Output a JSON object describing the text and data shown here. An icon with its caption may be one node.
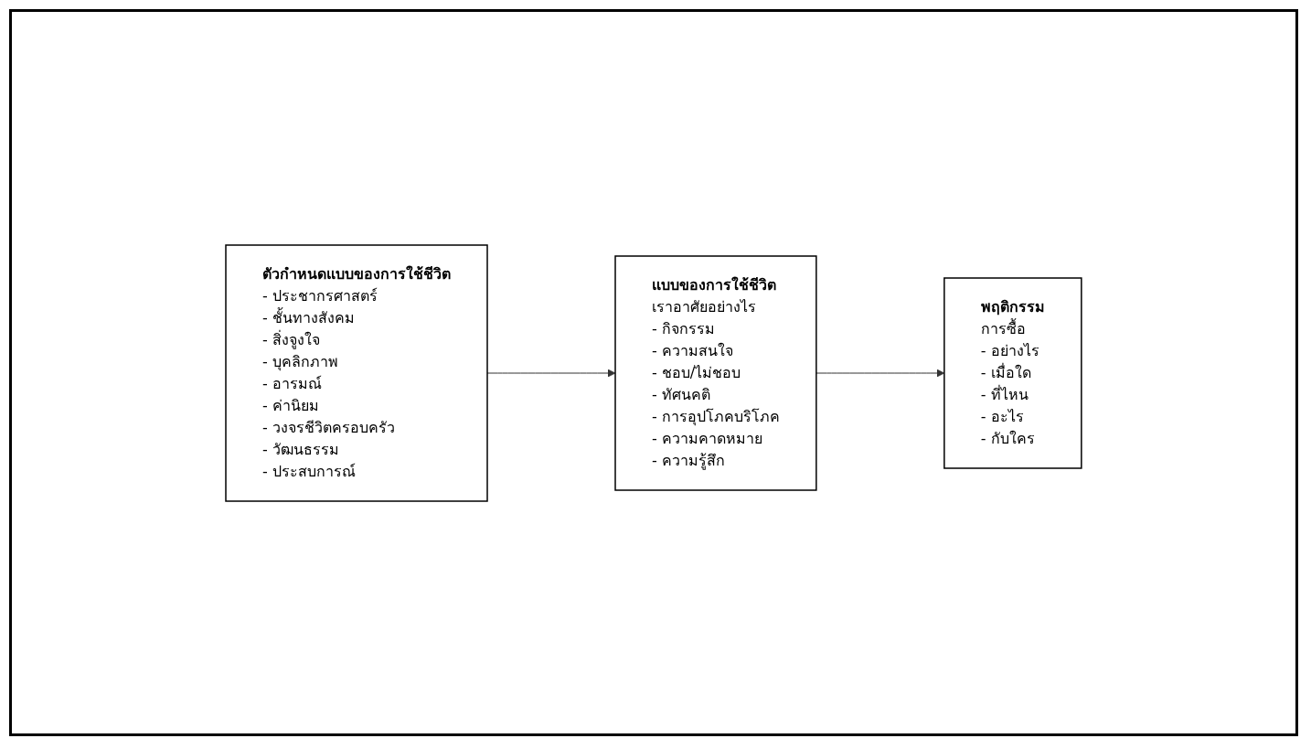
{
  "diagram": {
    "nodes": [
      {
        "text": [
          "ตัวกำหนดแบบของการใช้ชีวิต",
          "- ประชากรศาสตร์",
          "- ชั้นทางสังคม",
          "- สิ่งจูงใจ",
          "- บุคลิกภาพ",
          "- อารมณ์",
          "- ค่านิยม",
          "- วงจรชีวิตครอบครัว",
          "- วัฒนธรรม",
          "- ประสบการณ์"
        ]
      },
      {
        "text": [
          "แบบของการใช้ชีวิต",
          "เราอาศัยอย่างไร",
          "- กิจกรรม",
          "- ความสนใจ",
          "- ชอบ/ไม่ชอบ",
          "- ทัศนคติ",
          "- การอุปโภคบริโภค",
          "- ความคาดหมาย",
          "- ความรู้สึก"
        ]
      },
      {
        "text": [
          "พฤติกรรม",
          "การซื้อ",
          "- อย่างไร",
          "- เมื่อใด",
          "- ที่ไหน",
          "- อะไร",
          "- กับใคร"
        ]
      }
    ],
    "edges": [
      {
        "from": 0,
        "to": 1,
        "arrow": "to"
      },
      {
        "from": 1,
        "to": 2,
        "arrow": "to"
      }
    ]
  }
}
